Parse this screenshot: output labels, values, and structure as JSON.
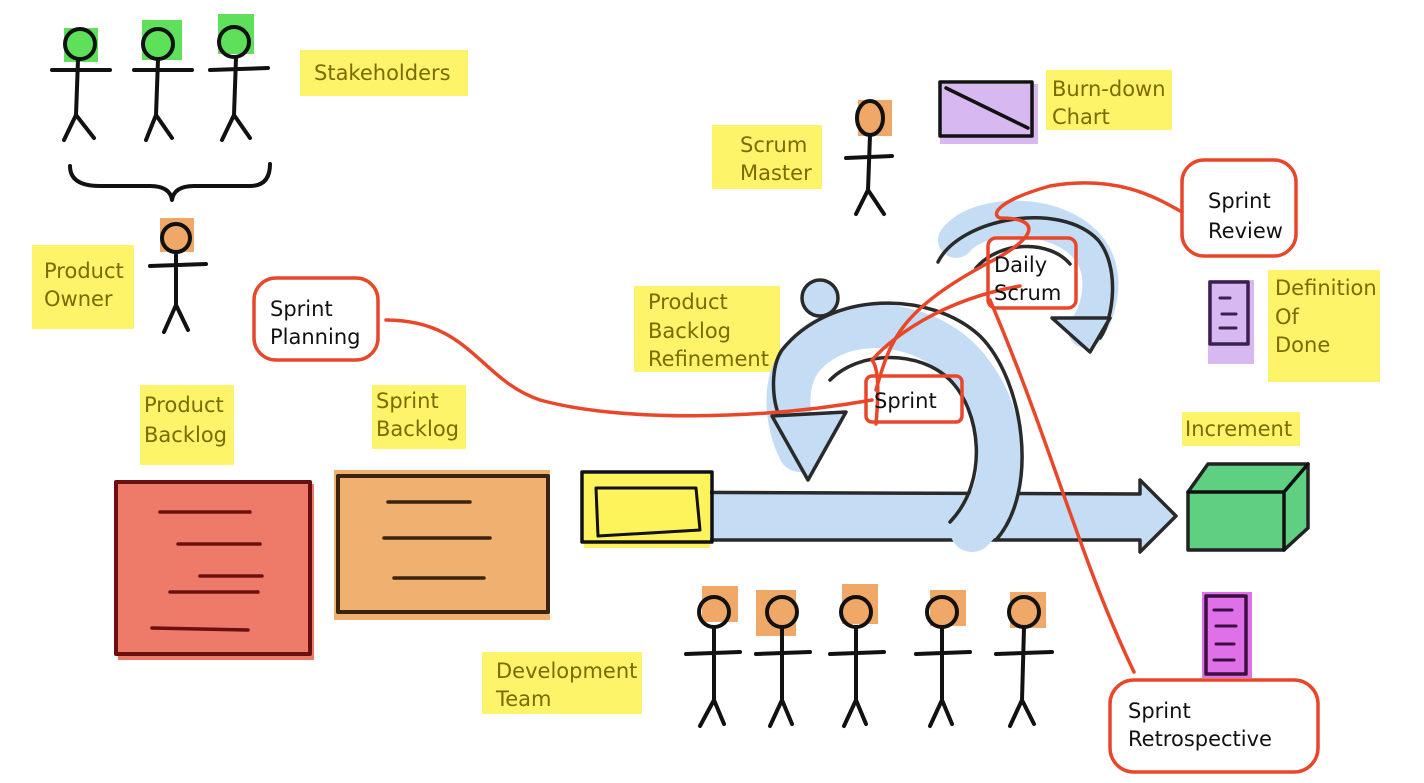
{
  "labels": {
    "stakeholders": "Stakeholders",
    "product_owner_1": "Product",
    "product_owner_2": "Owner",
    "scrum_master_1": "Scrum",
    "scrum_master_2": "Master",
    "burndown_1": "Burn-down",
    "burndown_2": "Chart",
    "product_backlog_1": "Product",
    "product_backlog_2": "Backlog",
    "sprint_backlog_1": "Sprint",
    "sprint_backlog_2": "Backlog",
    "refinement_1": "Product",
    "refinement_2": "Backlog",
    "refinement_3": "Refinement",
    "definition_1": "Definition",
    "definition_2": "Of",
    "definition_3": "Done",
    "increment": "Increment",
    "dev_team_1": "Development",
    "dev_team_2": "Team"
  },
  "callouts": {
    "sprint_planning_1": "Sprint",
    "sprint_planning_2": "Planning",
    "daily_scrum_1": "Daily",
    "daily_scrum_2": "Scrum",
    "sprint": "Sprint",
    "sprint_review_1": "Sprint",
    "sprint_review_2": "Review",
    "sprint_retro_1": "Sprint",
    "sprint_retro_2": "Retrospective"
  },
  "colors": {
    "highlight_yellow": "#fdf35a",
    "callout_red": "#e8472a",
    "stakeholder_green": "#5ee05a",
    "person_orange": "#f0a868",
    "product_backlog_red": "#ee7a6a",
    "sprint_backlog_orange": "#f0b070",
    "arrow_blue": "#c4ddf5",
    "increment_green": "#5fcf82",
    "burndown_purple": "#d8b8f0",
    "retro_magenta": "#e070e8"
  },
  "icons": {
    "stakeholders": "stick-figure-icon",
    "burndown": "chart-icon",
    "definition": "document-icon",
    "increment": "box-icon",
    "retro": "document-icon"
  }
}
